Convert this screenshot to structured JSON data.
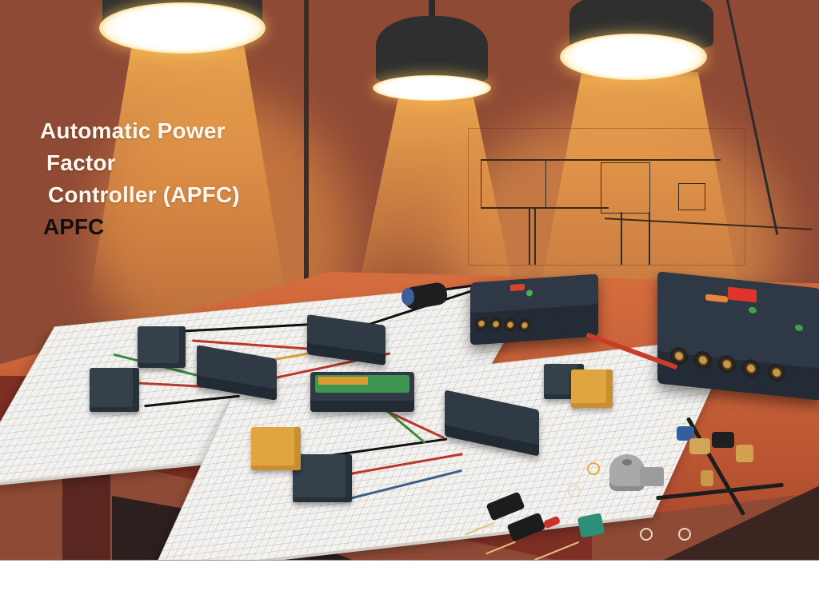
{
  "image": {
    "type": "illustration",
    "subject": "Workbench with APFC (Automatic Power Factor Controller) circuit boards under pendant lamps"
  },
  "title": {
    "lines": [
      "Automatic Power",
      "Factor",
      "Controller (APFC)"
    ],
    "abbreviation": "APFC"
  },
  "colors": {
    "wall": "#8f4a35",
    "light_beam": "#eda64e",
    "table": "#c5633a",
    "board": "#f4f2ef",
    "device": "#2f3a44",
    "title_text": "#fff8ee",
    "abbreviation_text": "#111111"
  },
  "scene_elements": {
    "lamps": 3,
    "circuit_boards": 2,
    "controllers": 2,
    "wall_schematic": true
  }
}
